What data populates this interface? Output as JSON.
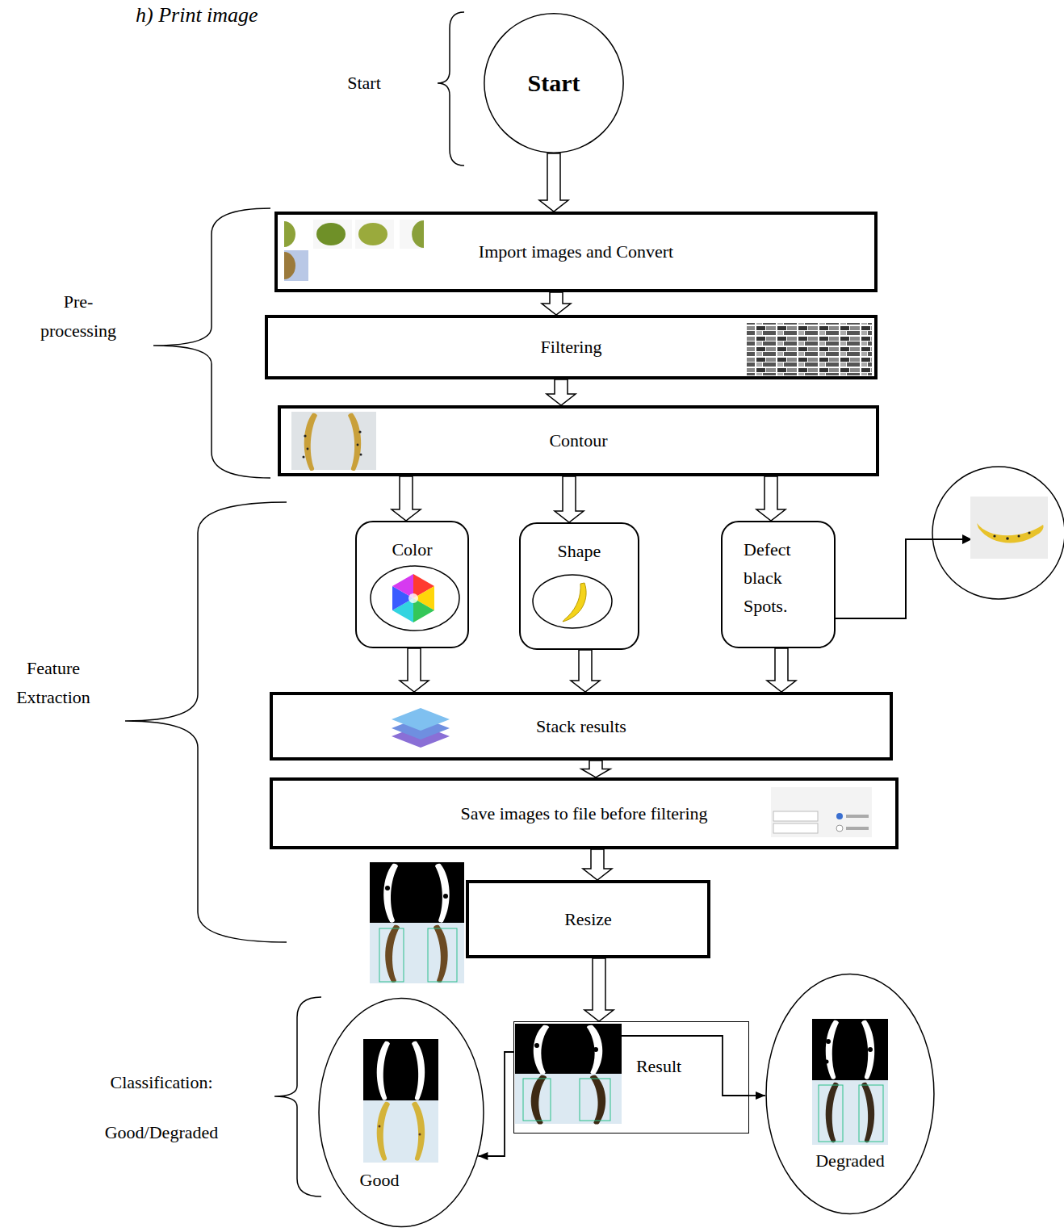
{
  "diagram": {
    "nodes": [
      {
        "text": [
          "Start"
        ]
      },
      {
        "text": [
          "Import images and Convert"
        ]
      },
      {
        "text": [
          "Filtering"
        ]
      },
      {
        "text": [
          "Contour"
        ]
      },
      {
        "text": [
          "Color"
        ]
      },
      {
        "text": [
          "Shape"
        ]
      },
      {
        "text": [
          "Defect black Spots."
        ]
      },
      {
        "text": [
          "Stack results"
        ]
      },
      {
        "text": [
          "Save images to file before filtering"
        ]
      },
      {
        "text": [
          "Resize"
        ]
      },
      {
        "text": [
          "Result"
        ]
      },
      {
        "text": [
          "Good"
        ]
      },
      {
        "text": [
          "Degraded"
        ]
      }
    ],
    "edges": [
      {
        "from": 0,
        "to": 1,
        "arrow": "to"
      },
      {
        "from": 1,
        "to": 2,
        "arrow": "to"
      },
      {
        "from": 2,
        "to": 3,
        "arrow": "to"
      },
      {
        "from": 3,
        "to": 4,
        "arrow": "to"
      },
      {
        "from": 3,
        "to": 5,
        "arrow": "to"
      },
      {
        "from": 3,
        "to": 6,
        "arrow": "to"
      },
      {
        "from": 4,
        "to": 7,
        "arrow": "to"
      },
      {
        "from": 5,
        "to": 7,
        "arrow": "to"
      },
      {
        "from": 6,
        "to": 7,
        "arrow": "to"
      },
      {
        "from": 7,
        "to": 8,
        "arrow": "to"
      },
      {
        "from": 8,
        "to": 9,
        "arrow": "to"
      },
      {
        "from": 9,
        "to": 10,
        "arrow": "to"
      },
      {
        "from": 10,
        "to": 11,
        "arrow": "to"
      },
      {
        "from": 10,
        "to": 12,
        "arrow": "to"
      }
    ],
    "labels": [
      "h) Print image",
      "Start",
      "Pre- processing",
      "Feature Extraction",
      "Classification: Good/Degraded"
    ]
  }
}
